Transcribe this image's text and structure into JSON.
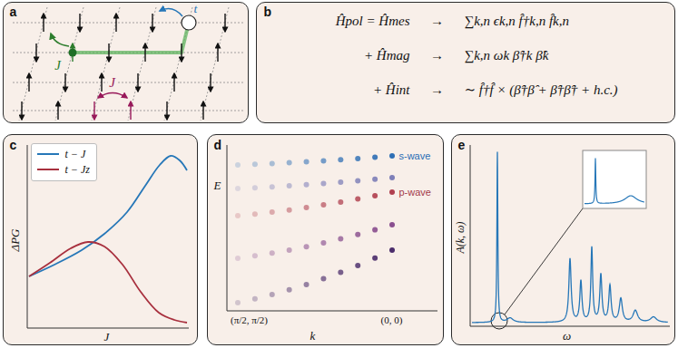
{
  "diagram": {
    "nodes": [
      {
        "text": [
          "a",
          "t",
          "J",
          "J"
        ]
      },
      {
        "text": [
          "b",
          "Ĥpol = Ĥmes",
          "→",
          "∑k,n ϵk,n f̂†k,n f̂k,n",
          "+ Ĥmag",
          "→",
          "∑k,n ωk β̂†k β̂k",
          "+ Ĥint",
          "→",
          "∼ f̂†f̂ × (β̂†β̂ + β̂†β̂† + h.c.)"
        ]
      },
      {
        "text": [
          "c",
          "ΔPG",
          "J"
        ]
      },
      {
        "text": [
          "d",
          "E",
          "k",
          "(π/2, π/2)",
          "(0, 0)",
          "s-wave",
          "p-wave"
        ]
      },
      {
        "text": [
          "e",
          "A(k, ω)",
          "ω"
        ]
      }
    ],
    "legend": [
      {
        "text": "t − J",
        "color": "#2677b8"
      },
      {
        "text": "t − Jz",
        "color": "#a8303e"
      }
    ]
  }
}
